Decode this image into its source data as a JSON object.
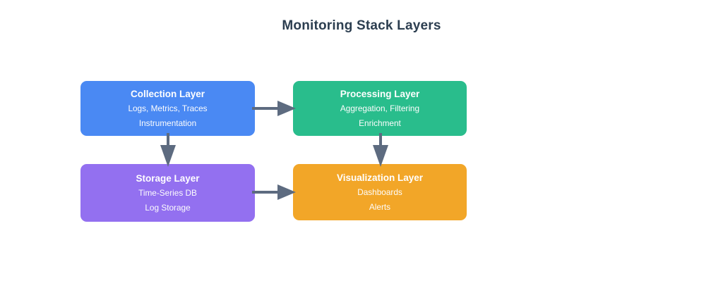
{
  "diagram": {
    "title": "Monitoring Stack Layers",
    "background_color": "#ffffff",
    "title_color": "#2c3e50",
    "arrow_color": "#5d6b80",
    "nodes": [
      {
        "id": "collection",
        "title": "Collection Layer",
        "lines": [
          "Logs, Metrics, Traces",
          "Instrumentation"
        ],
        "color": "#4a89f3"
      },
      {
        "id": "processing",
        "title": "Processing Layer",
        "lines": [
          "Aggregation, Filtering",
          "Enrichment"
        ],
        "color": "#29bd8c"
      },
      {
        "id": "storage",
        "title": "Storage Layer",
        "lines": [
          "Time-Series DB",
          "Log Storage"
        ],
        "color": "#9370f0"
      },
      {
        "id": "visualization",
        "title": "Visualization Layer",
        "lines": [
          "Dashboards",
          "Alerts"
        ],
        "color": "#f2a628"
      }
    ],
    "edges": [
      {
        "id": "collection-processing",
        "from": "collection",
        "to": "processing",
        "direction": "right"
      },
      {
        "id": "storage-visualization",
        "from": "storage",
        "to": "visualization",
        "direction": "right"
      },
      {
        "id": "collection-storage",
        "from": "collection",
        "to": "storage",
        "direction": "down"
      },
      {
        "id": "processing-visualization",
        "from": "processing",
        "to": "visualization",
        "direction": "down"
      }
    ]
  }
}
